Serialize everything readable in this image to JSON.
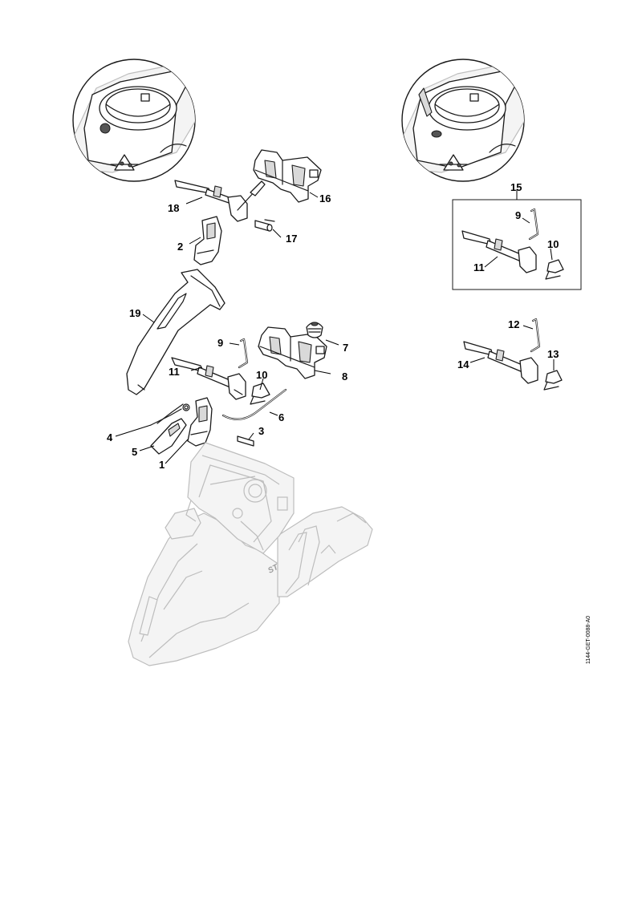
{
  "drawing_ref": "1144-GET-0088-A0",
  "callouts": {
    "c1": "1",
    "c2": "2",
    "c3": "3",
    "c4": "4",
    "c5": "5",
    "c6": "6",
    "c7": "7",
    "c8": "8",
    "c9a": "9",
    "c9b": "9",
    "c10a": "10",
    "c10b": "10",
    "c11a": "11",
    "c11b": "11",
    "c12": "12",
    "c13": "13",
    "c14": "14",
    "c15": "15",
    "c16": "16",
    "c17": "17",
    "c18": "18",
    "c19": "19"
  },
  "brand_mark": "STIHL"
}
